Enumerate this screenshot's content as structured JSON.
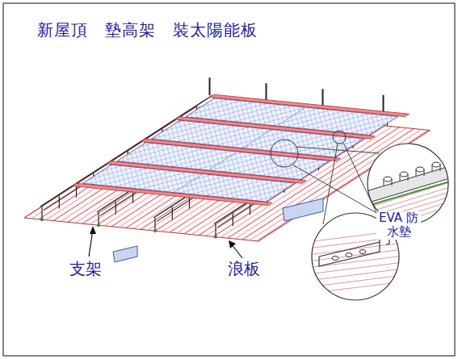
{
  "diagram": {
    "title": "新屋頂　墊高架　裝太陽能板",
    "labels": [
      "支架",
      "浪板",
      "EVA 防水墊"
    ]
  }
}
